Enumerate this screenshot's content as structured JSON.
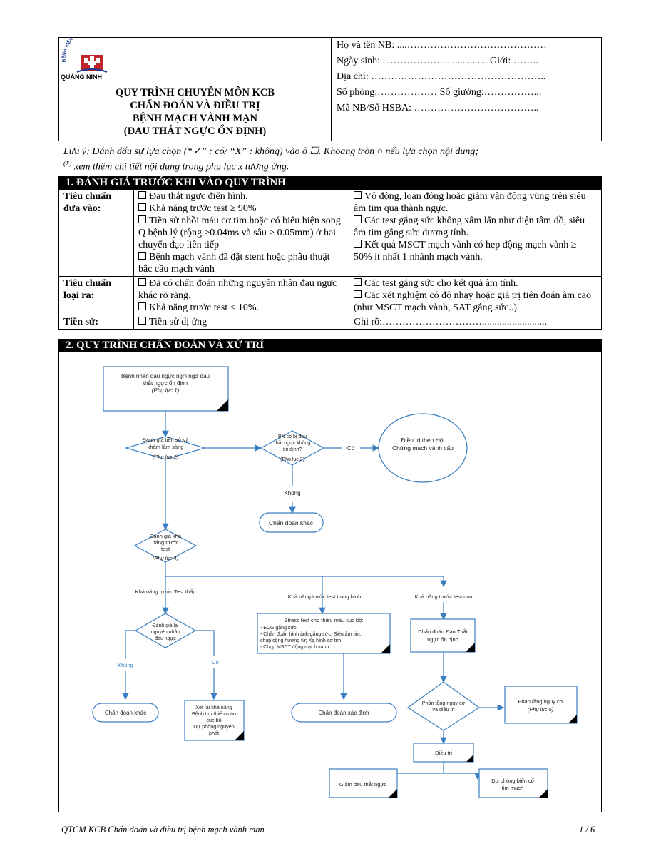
{
  "header": {
    "logo": {
      "top_text": "BỆNH VIỆN ĐA KHOA TỈNH",
      "bottom_text": "QUẢNG NINH"
    },
    "title_lines": [
      "QUY TRÌNH CHUYÊN MÔN KCB",
      "CHẨN ĐOÁN VÀ ĐIỀU TRỊ",
      "BỆNH MẠCH VÀNH MẠN",
      "(ĐAU THẮT NGỰC ỔN ĐỊNH)"
    ],
    "patient_fields": [
      "Họ và tên NB: ....……………………………………",
      "Ngày sinh: ...……………...................   Giới: ……..",
      "Địa chỉ:  ……………………………………………..",
      "Số phòng:………………  Số giường:……………...",
      "Mã NB/Số HSBA: ……………………………….."
    ]
  },
  "note": {
    "line1": "Lưu ý: Đánh dấu sự lựa chọn (“✓” : có/ “X” : không) vào ô ☐. Khoang tròn ○ nếu lựa chọn nội dung;",
    "sup": "(X)",
    "line2": " xem thêm chi tiết nội dung trong phụ lục x tương ứng."
  },
  "section1": {
    "title": "1.  ĐÁNH GIÁ TRƯỚC KHI VÀO QUY TRÌNH",
    "inclusion_label": "Tiêu chuẩn đưa vào:",
    "inclusion_left": [
      "Đau thắt ngực điển hình.",
      "Khả năng trước test ≥ 90%",
      "Tiền sử nhồi máu cơ tim hoặc có biểu hiện song Q bệnh lý (rộng ≥0.04ms và sâu ≥ 0.05mm) ở hai chuyển đạo liên tiếp",
      "Bệnh mạch vành đã đặt stent hoặc phẫu thuật bắc cầu mạch vành"
    ],
    "inclusion_right": [
      "Vô động, loạn động hoặc giảm vận động vùng trên siêu âm tim qua thành ngực.",
      "Các test gắng sức không xâm lấn như điện tâm đồ, siêu âm tim gắng sức dương tính.",
      "Kết quả MSCT mạch vành có hẹp động mạch vành ≥ 50% ít nhất 1 nhánh mạch vành."
    ],
    "exclusion_label": "Tiêu chuẩn loại ra:",
    "exclusion_left": [
      "Đã có chẩn đoán những nguyên nhân đau ngực khác rõ ràng.",
      "Khả năng trước test ≤ 10%."
    ],
    "exclusion_right": [
      "Các test gắng sức cho kết quả âm tính.",
      "Các xét nghiệm có độ nhạy hoặc giá trị tiên đoán âm cao (như MSCT mạch vành, SAT gắng sức..)"
    ],
    "history_label": "Tiền sử:",
    "history_item": "Tiền sử dị ứng",
    "history_note": "Ghi  rõ:………………………….........................."
  },
  "section2": {
    "title": "2.  QUY TRÌNH CHẨN ĐOÁN VÀ XỬ TRÍ",
    "flow": {
      "start": [
        "Bệnh nhân đau ngực nghi ngờ đau",
        "thắt ngực ổn định",
        "(Phụ lục 1)"
      ],
      "assess_history": [
        "Đánh giá tiền sử và",
        "khám lâm sàng",
        "(Phụ lục 2)"
      ],
      "unstable_q": [
        "BN có bị đau",
        "thắt ngực không",
        "ổn định?",
        "(Phụ lục 3)"
      ],
      "yes1": "Có",
      "acs": [
        "Điều trị theo Hội",
        "Chứng mạch vành cấp"
      ],
      "no1": "Không",
      "other_dx1": "Chẩn đoán khác",
      "pretest": [
        "Đánh giá khả",
        "năng trước",
        "test",
        "(Phụ lục 4)"
      ],
      "low": "Khả năng trước Test thấp",
      "mid": "Khả năng trước test trung bình",
      "high": "Khả năng trước test cao",
      "reassess": [
        "Đánh giá lại",
        "nguyên nhân",
        "đau ngực"
      ],
      "no2": "Không",
      "yes2": "Có",
      "other_dx2": "Chẩn đoán khác",
      "reconsider": [
        "Xét lại khả năng",
        "Bệnh tim thiếu máu",
        "cục bộ",
        "Dự phòng nguyên",
        "phát"
      ],
      "stress": [
        "Stress test cho thiếu máu cục bộ:",
        "- ECG gắng sức",
        "- Chẩn đoán hình ảnh gắng sức: Siêu âm tim,",
        "chụp cộng hưởng từ; Xạ hình cơ tim",
        "- Chụp MSCT động mạch vành"
      ],
      "confirm": "Chẩn đoán xác định",
      "sa_dx": [
        "Chẩn đoán Đau Thắt",
        "ngực ổn định"
      ],
      "risk_tx": [
        "Phân tầng nguy cơ",
        "và điều trị"
      ],
      "risk": [
        "Phân tầng nguy cơ",
        "(Phụ lục 5)"
      ],
      "treat": "Điều trị",
      "pain": "Giảm đau thắt ngực",
      "prevent": [
        "Dự phòng biến cố",
        "tim mạch"
      ]
    }
  },
  "footer": {
    "left": "QTCM KCB Chẩn đoán và điều trị bệnh mạch vành mạn",
    "right": "1 / 6"
  }
}
